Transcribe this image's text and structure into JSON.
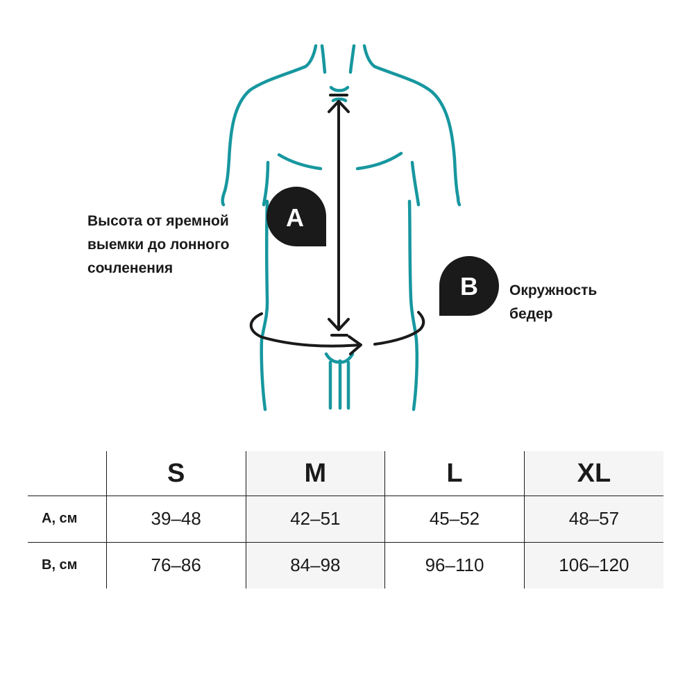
{
  "labels": {
    "a_badge": "A",
    "b_badge": "B",
    "a_description": [
      "Высота от яремной",
      "выемки до лонного",
      "сочленения"
    ],
    "b_description": [
      "Окружность",
      "бедер"
    ]
  },
  "colors": {
    "body_outline": "#17979f",
    "ink": "#1a1a1a",
    "badge_fill": "#1a1a1a",
    "badge_text": "#ffffff",
    "shaded_column": "#f5f5f5"
  },
  "table": {
    "sizes": [
      "S",
      "M",
      "L",
      "XL"
    ],
    "rows": [
      {
        "label": "A, см",
        "values": [
          "39–48",
          "42–51",
          "45–52",
          "48–57"
        ]
      },
      {
        "label": "B, см",
        "values": [
          "76–86",
          "84–98",
          "96–110",
          "106–120"
        ]
      }
    ]
  }
}
